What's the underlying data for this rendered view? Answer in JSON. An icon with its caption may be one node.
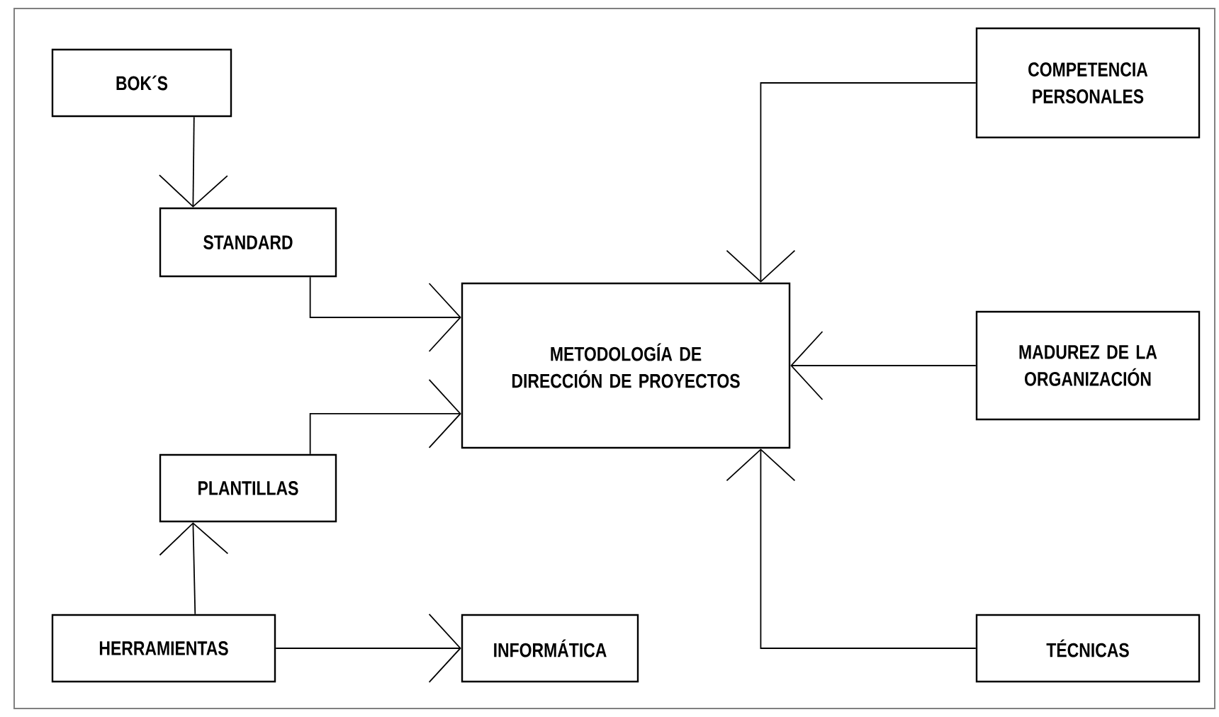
{
  "diagram": {
    "nodes": [
      {
        "text": [
          "BOK´S"
        ]
      },
      {
        "text": [
          "COMPETENCIA PERSONALES"
        ]
      },
      {
        "text": [
          "STANDARD"
        ]
      },
      {
        "text": [
          "METODOLOGÍA DE DIRECCIÓN DE PROYECTOS"
        ]
      },
      {
        "text": [
          "MADUREZ DE LA ORGANIZACIÓN"
        ]
      },
      {
        "text": [
          "PLANTILLAS"
        ]
      },
      {
        "text": [
          "HERRAMIENTAS"
        ]
      },
      {
        "text": [
          "INFORMÁTICA"
        ]
      },
      {
        "text": [
          "TÉCNICAS"
        ]
      }
    ],
    "edges": [
      {
        "from": 0,
        "to": 2,
        "arrow": "to"
      },
      {
        "from": 2,
        "to": 3,
        "arrow": "to"
      },
      {
        "from": 5,
        "to": 3,
        "arrow": "to"
      },
      {
        "from": 6,
        "to": 5,
        "arrow": "to"
      },
      {
        "from": 6,
        "to": 7,
        "arrow": "to"
      },
      {
        "from": 1,
        "to": 3,
        "arrow": "to"
      },
      {
        "from": 4,
        "to": 3,
        "arrow": "to"
      },
      {
        "from": 8,
        "to": 3,
        "arrow": "to"
      }
    ]
  }
}
